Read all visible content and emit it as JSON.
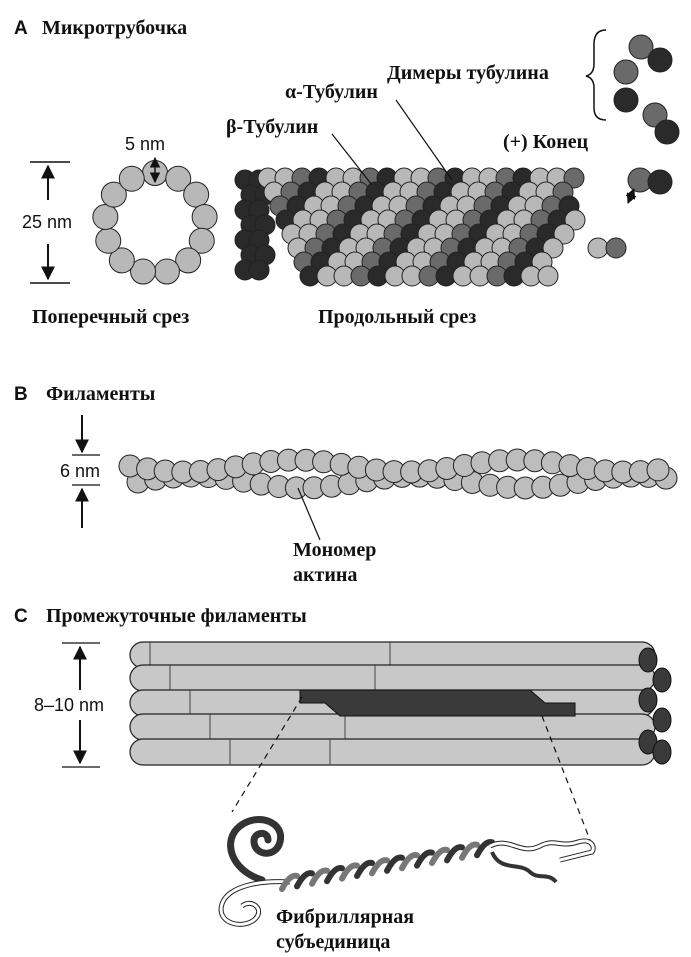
{
  "section_a": {
    "letter": "A",
    "title": "Микротрубочка",
    "dimension_5": "5 nm",
    "dimension_25": "25 nm",
    "label_cross": "Поперечный срез",
    "label_long": "Продольный срез",
    "label_beta": "β-Тубулин",
    "label_alpha": "α-Тубулин",
    "label_dimers": "Димеры тубулина",
    "label_plus": "(+) Конец"
  },
  "section_b": {
    "letter": "B",
    "title": "Филаменты",
    "dimension": "6 nm",
    "monomer_line1": "Мономер",
    "monomer_line2": "актина"
  },
  "section_c": {
    "letter": "C",
    "title": "Промежуточные филаменты",
    "dimension": "8–10 nm",
    "subunit_line1": "Фибриллярная",
    "subunit_line2": "субъединица"
  },
  "colors": {
    "alpha": "#b8b8b8",
    "beta": "#6a6a6a",
    "dark": "#2a2a2a",
    "actin": "#bdbdbd",
    "rod": "#c8c8c8",
    "rod_dark": "#3a3a3a"
  }
}
